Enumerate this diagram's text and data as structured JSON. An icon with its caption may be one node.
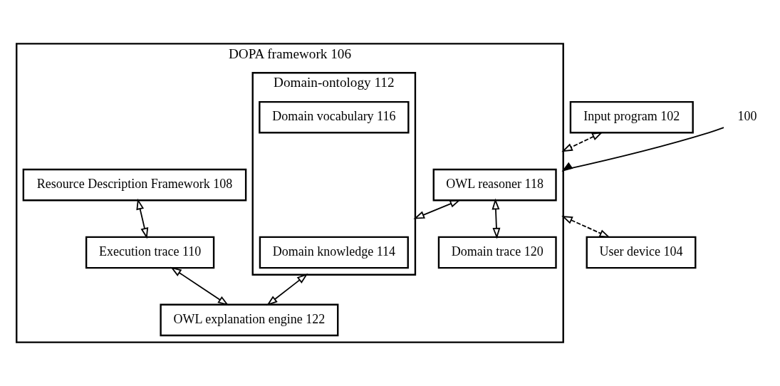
{
  "diagram": {
    "nodes": [
      {
        "text": [
          "DOPA framework 106"
        ]
      },
      {
        "text": [
          "Input program 102"
        ]
      },
      {
        "text": [
          "OWL reasoner 118"
        ],
        "in": 0
      },
      {
        "text": [
          "Domain-ontology 112"
        ],
        "in": 0
      },
      {
        "text": [
          "Domain knowledge 114"
        ],
        "in": 3
      },
      {
        "text": [
          "Domain trace 120"
        ],
        "in": 0
      },
      {
        "text": [
          "Resource Description Framework 108"
        ],
        "in": 0
      },
      {
        "text": [
          "Domain vocabulary 116"
        ],
        "in": 3
      },
      {
        "text": [
          "User device 104"
        ]
      },
      {
        "text": [
          "Execution trace 110"
        ],
        "in": 0
      },
      {
        "text": [
          "OWL explanation engine 122"
        ],
        "in": 0
      },
      {
        "text": [
          "100"
        ]
      }
    ],
    "edges": [
      {
        "from": 11,
        "to": 0,
        "arrow": "to"
      },
      {
        "from": 1,
        "to": 0,
        "arrow": "both",
        "style": "dashed"
      },
      {
        "from": 2,
        "to": 3,
        "arrow": "both"
      },
      {
        "from": 2,
        "to": 5,
        "arrow": "both"
      },
      {
        "from": 6,
        "to": 9,
        "arrow": "both"
      },
      {
        "from": 9,
        "to": 10,
        "arrow": "both"
      },
      {
        "from": 3,
        "to": 10,
        "arrow": "both"
      },
      {
        "from": 0,
        "to": 8,
        "arrow": "both",
        "style": "dashed"
      }
    ]
  }
}
